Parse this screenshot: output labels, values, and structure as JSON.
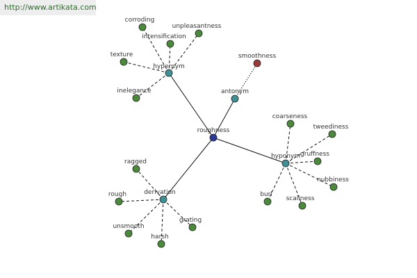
{
  "site": {
    "url": "http://www.artikata.com"
  },
  "graph": {
    "colors": {
      "center": "#2b3a99",
      "relation": "#3f8f94",
      "antonym_term": "#9a3a3a",
      "term": "#4a8a3a",
      "edge": "#111111"
    },
    "center": {
      "id": "roughness",
      "label": "roughness"
    },
    "relations": [
      {
        "id": "hypernym",
        "label": "hypernym"
      },
      {
        "id": "antonym",
        "label": "antonym"
      },
      {
        "id": "hyponym",
        "label": "hyponym"
      },
      {
        "id": "derivation",
        "label": "derivation"
      }
    ],
    "terms": [
      {
        "id": "corroding",
        "label": "corroding",
        "relation": "hypernym"
      },
      {
        "id": "intensification",
        "label": "intensification",
        "relation": "hypernym"
      },
      {
        "id": "unpleasantness",
        "label": "unpleasantness",
        "relation": "hypernym"
      },
      {
        "id": "texture",
        "label": "texture",
        "relation": "hypernym"
      },
      {
        "id": "inelegance",
        "label": "inelegance",
        "relation": "hypernym"
      },
      {
        "id": "smoothness",
        "label": "smoothness",
        "relation": "antonym"
      },
      {
        "id": "coarseness",
        "label": "coarseness",
        "relation": "hyponym"
      },
      {
        "id": "tweediness",
        "label": "tweediness",
        "relation": "hyponym"
      },
      {
        "id": "gruffness",
        "label": "gruffness",
        "relation": "hyponym"
      },
      {
        "id": "nubbiness",
        "label": "nubbiness",
        "relation": "hyponym"
      },
      {
        "id": "scaliness",
        "label": "scaliness",
        "relation": "hyponym"
      },
      {
        "id": "burl",
        "label": "burl",
        "relation": "hyponym"
      },
      {
        "id": "ragged",
        "label": "ragged",
        "relation": "derivation"
      },
      {
        "id": "rough",
        "label": "rough",
        "relation": "derivation"
      },
      {
        "id": "unsmooth",
        "label": "unsmooth",
        "relation": "derivation"
      },
      {
        "id": "harsh",
        "label": "harsh",
        "relation": "derivation"
      },
      {
        "id": "grating",
        "label": "grating",
        "relation": "derivation"
      }
    ]
  }
}
